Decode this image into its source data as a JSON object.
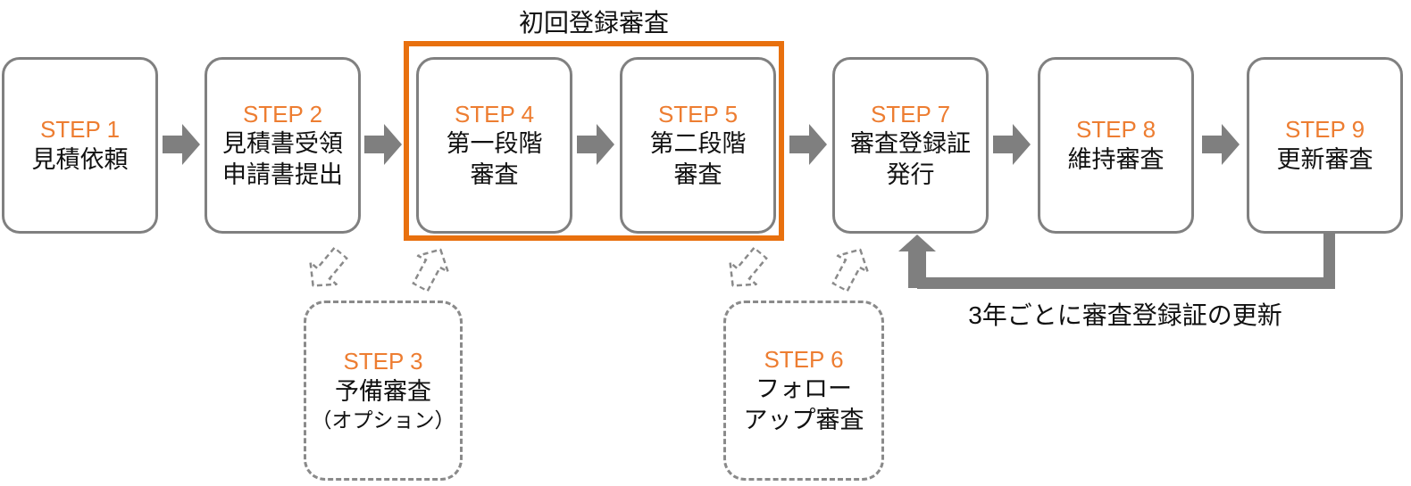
{
  "title": "初回登録審査",
  "loop_note": "3年ごとに審査登録証の更新",
  "colors": {
    "accent_text": "#ED7D31",
    "accent_frame_border": "#E8700E",
    "arrow_gray": "#7F7F7F",
    "box_border_gray": "#808080",
    "text_black": "#111111"
  },
  "steps": {
    "s1": {
      "label": "STEP 1",
      "line1": "見積依頼"
    },
    "s2": {
      "label": "STEP 2",
      "line1": "見積書受領",
      "line2": "申請書提出"
    },
    "s3": {
      "label": "STEP 3",
      "line1": "予備審査",
      "line2": "（オプション）"
    },
    "s4": {
      "label": "STEP 4",
      "line1": "第一段階",
      "line2": "審査"
    },
    "s5": {
      "label": "STEP 5",
      "line1": "第二段階",
      "line2": "審査"
    },
    "s6": {
      "label": "STEP 6",
      "line1": "フォロー",
      "line2": "アップ審査"
    },
    "s7": {
      "label": "STEP 7",
      "line1": "審査登録証",
      "line2": "発行"
    },
    "s8": {
      "label": "STEP 8",
      "line1": "維持審査"
    },
    "s9": {
      "label": "STEP 9",
      "line1": "更新審査"
    }
  }
}
